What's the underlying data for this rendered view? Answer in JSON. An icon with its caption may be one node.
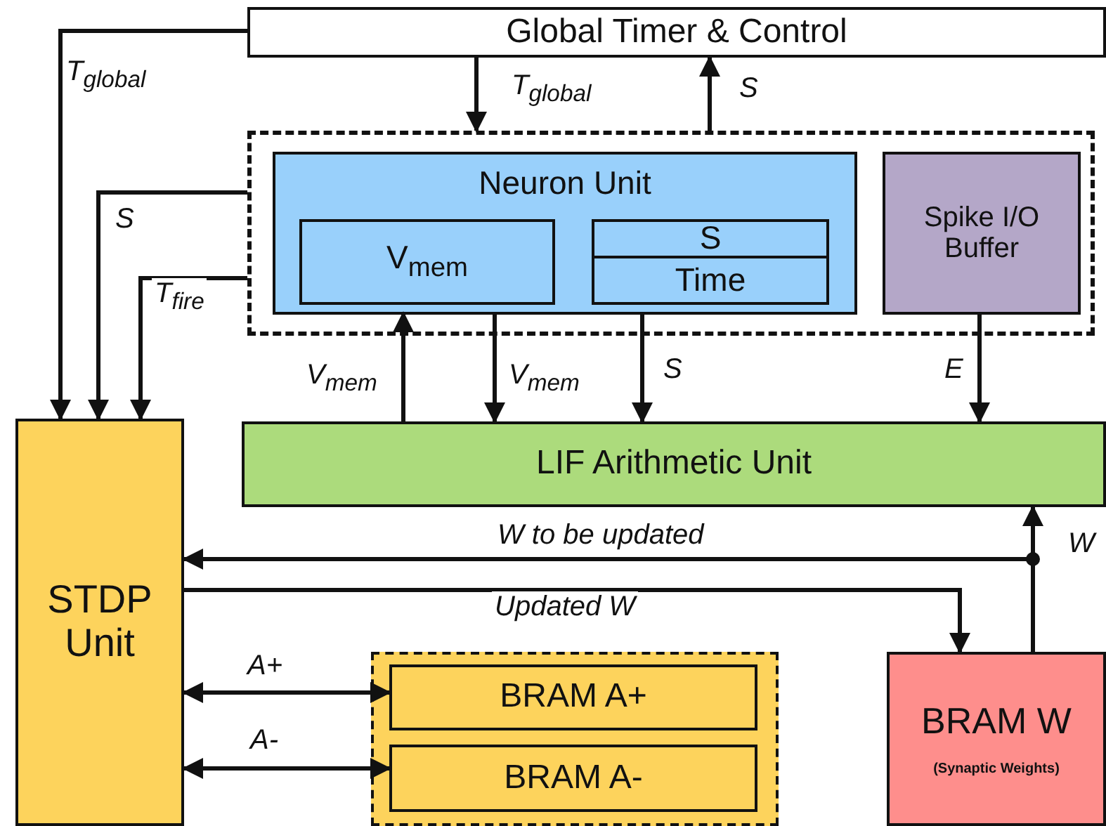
{
  "diagram": {
    "nodes": [
      {
        "text": [
          "Global Timer & Control"
        ]
      },
      {
        "text": [],
        "shape": "box"
      },
      {
        "text": [
          "Neuron Unit"
        ],
        "in": 1
      },
      {
        "text": [
          "V$_{mem}$"
        ],
        "in": 2
      },
      {
        "text": [
          "S"
        ],
        "in": 2
      },
      {
        "text": [
          "Time"
        ],
        "in": 2
      },
      {
        "text": [
          "Spike I/O Buffer"
        ],
        "in": 1
      },
      {
        "text": [
          "LIF Arithmetic Unit"
        ]
      },
      {
        "text": [
          "STDP Unit"
        ]
      },
      {
        "text": [],
        "shape": "box"
      },
      {
        "text": [
          "BRAM  A+"
        ],
        "in": 9
      },
      {
        "text": [
          "BRAM  A-"
        ],
        "in": 9
      },
      {
        "text": [
          "BRAM W",
          "(Synaptic Weights)"
        ]
      }
    ],
    "edges": [
      {
        "from": 0,
        "to": 8,
        "arrow": "to",
        "label": "T$_{global}$"
      },
      {
        "from": 1,
        "to": 8,
        "arrow": "to",
        "label": "S"
      },
      {
        "from": 1,
        "to": 8,
        "arrow": "to",
        "label": "T$_{fire}$"
      },
      {
        "from": 0,
        "to": 1,
        "arrow": "to",
        "label": "T$_{global}$"
      },
      {
        "from": 1,
        "to": 0,
        "arrow": "to",
        "label": "S"
      },
      {
        "from": 7,
        "to": 2,
        "arrow": "to",
        "label": "V$_{mem}$"
      },
      {
        "from": 2,
        "to": 7,
        "arrow": "to",
        "label": "V$_{mem}$"
      },
      {
        "from": 2,
        "to": 7,
        "arrow": "to",
        "label": "S"
      },
      {
        "from": 6,
        "to": 7,
        "arrow": "to",
        "label": "E"
      },
      {
        "from": 12,
        "to": 7,
        "arrow": "to",
        "label": "W"
      },
      {
        "from": 12,
        "to": 8,
        "arrow": "to",
        "label": "W to be updated"
      },
      {
        "from": 8,
        "to": 12,
        "arrow": "to",
        "label": "Updated W"
      },
      {
        "from": 8,
        "to": 10,
        "arrow": "both",
        "label": "A+"
      },
      {
        "from": 8,
        "to": 11,
        "arrow": "both",
        "label": "A-"
      }
    ]
  }
}
